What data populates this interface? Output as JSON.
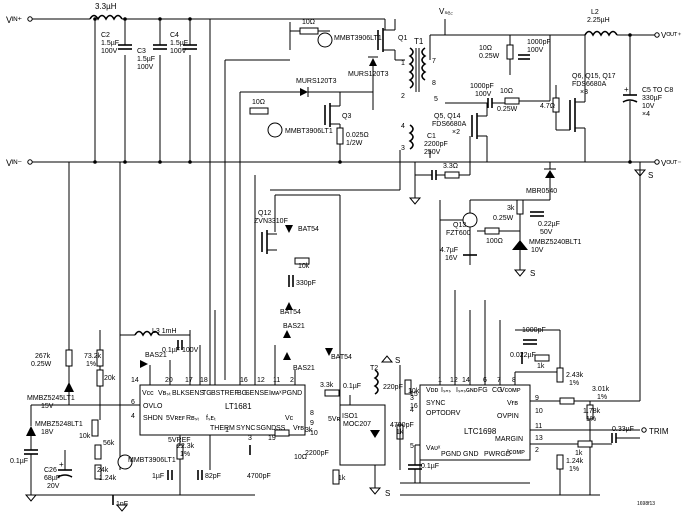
{
  "nodes": {
    "vin_pos": "Vᴵᴺ⁺",
    "vin_neg": "Vᴵᴺ⁻",
    "vout_pos": "Vᴼᵁᵀ⁺",
    "vout_neg": "Vᴼᵁᵀ⁻",
    "vsec": "Vₛₑ꜀",
    "trim": "TRIM",
    "s": "S"
  },
  "inductors": {
    "input": "3.3µH",
    "output_ref": "L2",
    "output_val": "2.25µH",
    "l3": "L3 1mH"
  },
  "input_caps": {
    "c2": [
      "C2",
      "1.5µF",
      "100V"
    ],
    "c3": [
      "C3",
      "1.5µF",
      "100V"
    ],
    "c4": [
      "C4",
      "1.5µF",
      "100V"
    ]
  },
  "output_caps": [
    "C5 TO C8",
    "330µF",
    "10V",
    "×4"
  ],
  "top_section": {
    "r_10": "10Ω",
    "q_mmbt1": "MMBT3906LT1",
    "q1": "Q1",
    "murs120_a": "MURS120T3",
    "murs120_b": "MURS120T3",
    "t1": "T1",
    "r_10b": "10Ω",
    "q3": "Q3",
    "q_mmbt2": "MMBT3906LT1",
    "rsense": [
      "0.025Ω",
      "1/2W"
    ]
  },
  "transformer_pins": [
    "7",
    "8",
    "5",
    "1",
    "2",
    "4",
    "3"
  ],
  "snubber": {
    "r1": [
      "10Ω",
      "0.25W"
    ],
    "c1": [
      "1000pF",
      "100V"
    ],
    "c2": [
      "1000pF",
      "100V"
    ],
    "r2": [
      "10Ω",
      "0.25W"
    ]
  },
  "q5": [
    "Q5, Q14",
    "FDS6680A",
    "×2"
  ],
  "q6": [
    "Q6, Q15, Q17",
    "FDS6680A",
    "×3"
  ],
  "r47": "4.7Ω",
  "c1_cap": [
    "C1",
    "2200pF",
    "250V"
  ],
  "r33": "3.3Ω",
  "mbr": "MBR0540",
  "q13": [
    "Q13",
    "FZT600"
  ],
  "bias": {
    "r3k": "3k",
    "r025": "0.25W",
    "r100": "100Ω",
    "c022": [
      "0.22µF",
      "50V"
    ],
    "zener": [
      "MMBZ5240BLT1",
      "10V"
    ],
    "c47": [
      "4.7µF",
      "16V"
    ]
  },
  "q12": [
    "Q12",
    "ZVN3310F"
  ],
  "bat54": [
    "BAT54",
    "BAT54",
    "BAT54"
  ],
  "r10k": "10k",
  "c330p": "330pF",
  "bas21": [
    "BAS21",
    "BAS21",
    "BAS21"
  ],
  "c01u": "0.1µF 100V",
  "input_left": {
    "r267k": [
      "267k",
      "0.25W"
    ],
    "r732k": [
      "73.2k",
      "1%"
    ],
    "r20k": "20k",
    "r10k": "10k",
    "zener1": [
      "MMBZ5245LT1",
      "15V"
    ],
    "zener2": [
      "MMBZ5248LT1",
      "18V"
    ],
    "c01": "0.1µF",
    "c26": [
      "C26",
      "68µF",
      "20V"
    ],
    "r56k": "56k",
    "r24k": [
      "24k",
      "1.24k"
    ],
    "mmbt3": "MMBT3906LT1",
    "r223k": [
      "22.3k",
      "1%"
    ],
    "c1u": "1µF",
    "c82p": "82pF",
    "c1nf": "1nF",
    "c4700": "4700pF",
    "vref5": "5VREF"
  },
  "lt1681": {
    "title": "LT1681",
    "top_pins": [
      "Vᴄᴄ",
      "Vʙₛₜ",
      "BLK",
      "SENS",
      "TG",
      "BSTREF",
      "BG",
      "SENSE",
      "Iᴍᴀˣ",
      "PGND"
    ],
    "pin_nums_top": [
      "14",
      "20",
      "17",
      "18",
      "16",
      "12",
      "11",
      "2"
    ],
    "left_pins": [
      "OVLO",
      "SHDN",
      "5Vʀᴇꜰ",
      "Rʙₛₜ"
    ],
    "bottom_pins": [
      "fₛᴇₜ",
      "THERM",
      "SYNC",
      "SGND",
      "SS",
      "Vᴄ",
      "Vғʙ"
    ],
    "pin_nums_bot": [
      "6",
      "4",
      "1",
      "3",
      "19",
      "8",
      "9",
      "10"
    ]
  },
  "iso": {
    "vref5": "5Vʀᴇꜰ",
    "r33": "3.3k",
    "c01": "0.1µF",
    "iso1": "ISO1",
    "moc": "MOC207",
    "t2": "T2",
    "c220p": "220pF",
    "r1k": "1k",
    "r10k": "10k",
    "c4700p": "4700pF",
    "r3k": "3k",
    "r10": "10Ω",
    "c2200": "2200pF",
    "r1ka": "1k"
  },
  "ltc1698": {
    "title": "LTC1698",
    "pins_top": [
      "Vᴅᴅ",
      "Iₛₙₛ",
      "Iₛₙₛɢɴᴅ",
      "FG",
      "CG",
      "Vᴄᴏᴍᴘ"
    ],
    "pins_left": [
      "SYNC",
      "OPTODRV",
      "Vᴀᴜˣ"
    ],
    "pins_right": [
      "Vғʙ",
      "OVPIN",
      "MARGIN",
      "Iᴄᴏᴍᴘ"
    ],
    "pins_bot": [
      "PGND",
      "GND",
      "PWRGD"
    ],
    "nums": [
      "1",
      "12",
      "14",
      "6",
      "7",
      "8",
      "9",
      "10",
      "11",
      "13",
      "2",
      "3",
      "4",
      "5",
      "15",
      "16"
    ]
  },
  "fb": {
    "c1000": "1000pF",
    "c0022": "0.022µF",
    "r1k": "1k",
    "r243": [
      "2.43k",
      "1%"
    ],
    "r301": [
      "3.01k",
      "1%"
    ],
    "r178": [
      "1.78k",
      "1%"
    ],
    "c033": "0.33µF",
    "r1kb": "1k",
    "r124": [
      "1.24k",
      "1%"
    ],
    "c01": "0.1µF"
  },
  "figure_id": "1698f13"
}
